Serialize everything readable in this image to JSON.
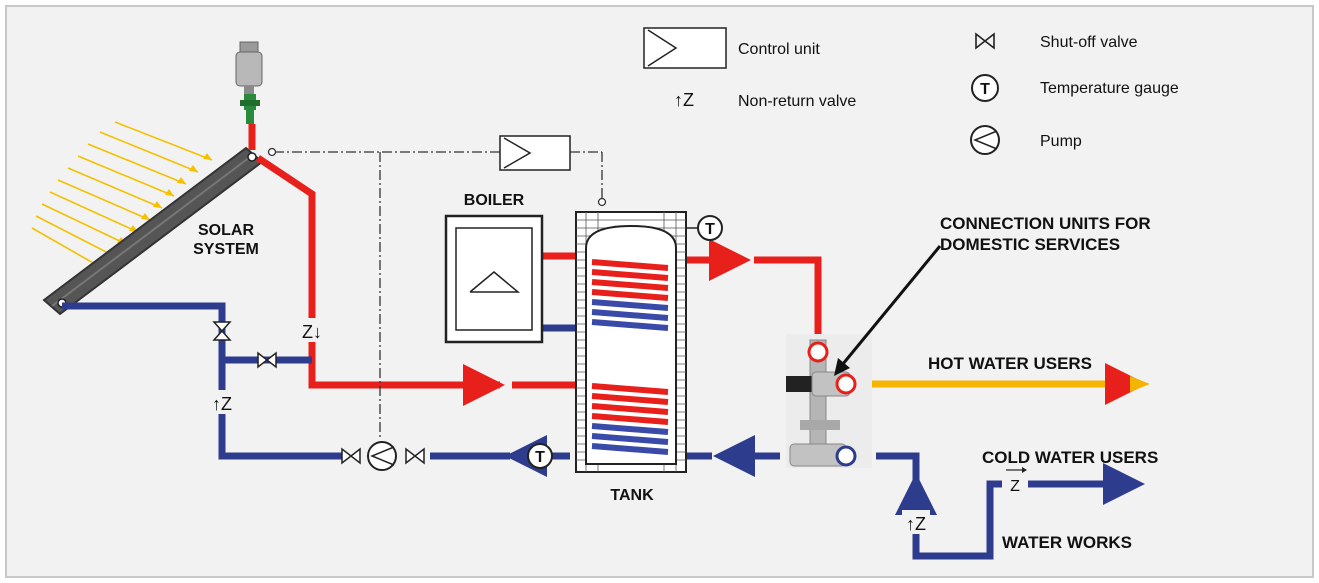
{
  "legend": {
    "control_unit": "Control unit",
    "non_return_valve": "Non-return valve",
    "shut_off_valve": "Shut-off valve",
    "temperature_gauge": "Temperature gauge",
    "pump": "Pump"
  },
  "labels": {
    "solar_line1": "SOLAR",
    "solar_line2": "SYSTEM",
    "boiler": "BOILER",
    "tank": "TANK",
    "connection_line1": "CONNECTION UNITS FOR",
    "connection_line2": "DOMESTIC SERVICES",
    "hot_water_users": "HOT WATER USERS",
    "cold_water_users": "COLD WATER USERS",
    "water_works": "WATER WORKS"
  },
  "gauge_symbol": "T",
  "non_return_symbol": "↑Z",
  "colors": {
    "hot": "#e8201c",
    "cold": "#2e3c8e",
    "hot_water": "#f5b400",
    "background": "#f2f2f2",
    "border": "#c8c8c8"
  }
}
